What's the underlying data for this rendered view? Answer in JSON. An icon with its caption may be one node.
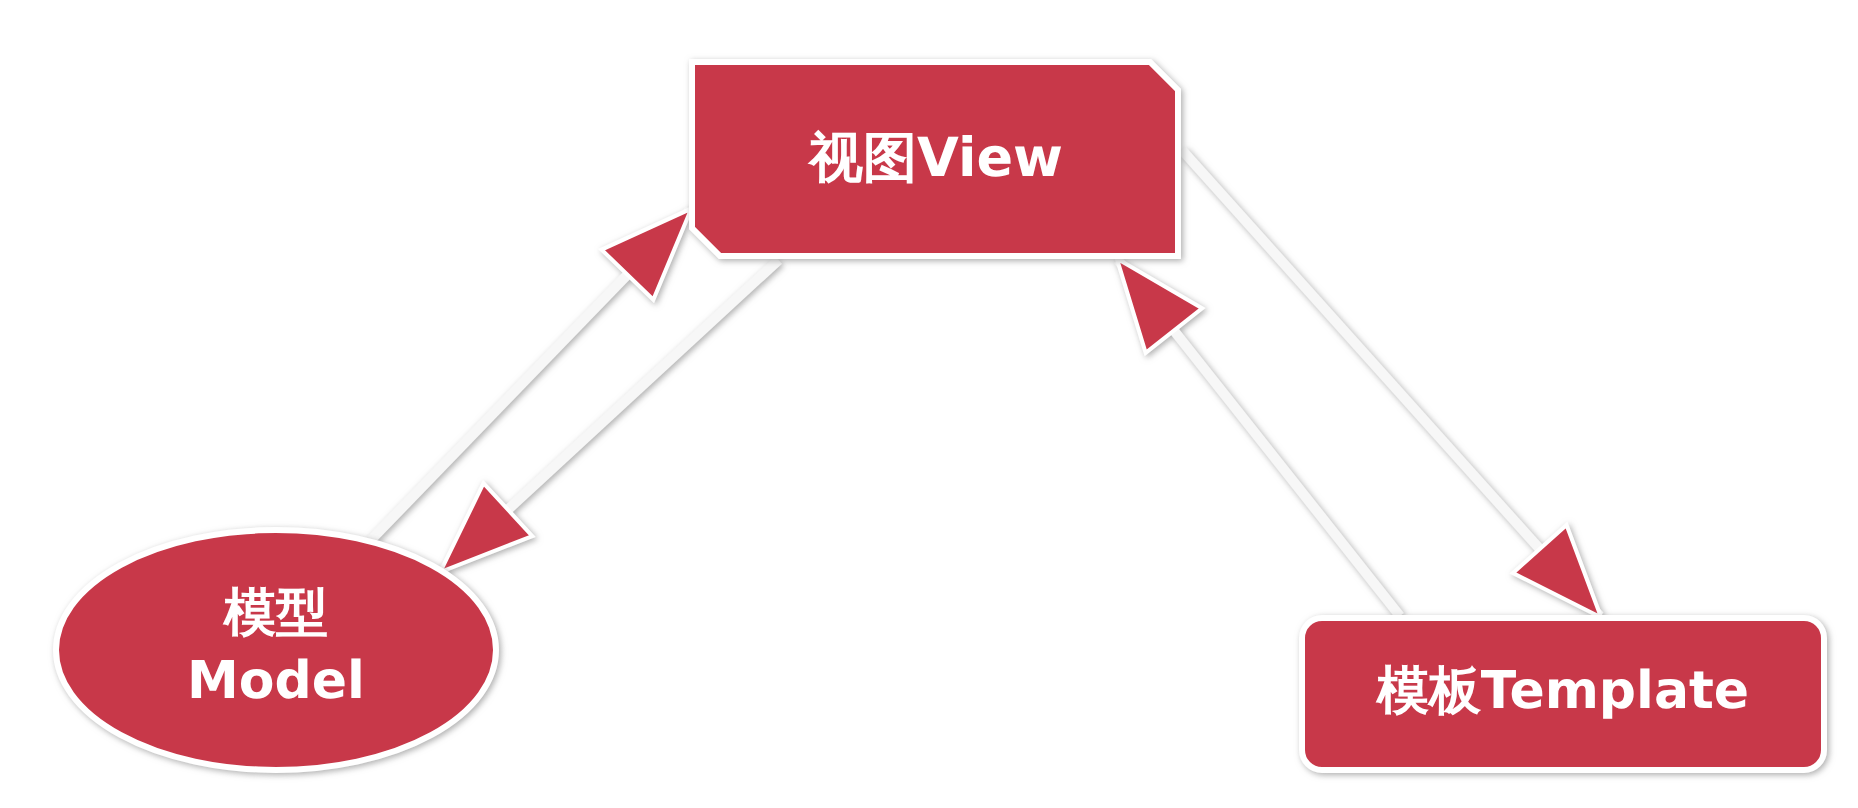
{
  "diagram": {
    "nodes": [
      {
        "text": [
          "视图View"
        ]
      },
      {
        "text": [
          "模型 Model"
        ]
      },
      {
        "text": [
          "模板Template"
        ]
      }
    ],
    "edges": [
      {
        "from": 1,
        "to": 0,
        "arrow": "to"
      },
      {
        "from": 0,
        "to": 1,
        "arrow": "to"
      },
      {
        "from": 0,
        "to": 2,
        "arrow": "to"
      },
      {
        "from": 2,
        "to": 0,
        "arrow": "to"
      }
    ]
  }
}
